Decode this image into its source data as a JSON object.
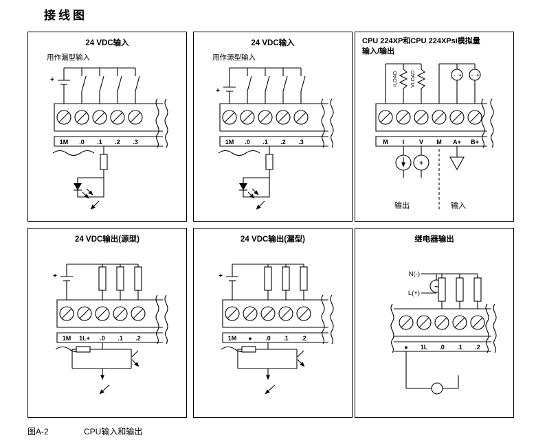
{
  "page": {
    "title": "接线图",
    "caption_label": "图A-2",
    "caption_text": "CPU输入和输出"
  },
  "panels": [
    {
      "title": "24 VDC输入",
      "subtitle": "用作漏型输入",
      "plus": "+",
      "terminals": [
        "1M",
        ".0",
        ".1",
        ".2",
        ".3"
      ]
    },
    {
      "title": "24 VDC输入",
      "subtitle": "用作源型输入",
      "plus": "+",
      "terminals": [
        "1M",
        ".0",
        ".1",
        ".2",
        ".3"
      ]
    },
    {
      "title_line1": "CPU 224XP和CPU 224XPsi模拟量",
      "title_line2": "输入/输出",
      "load_labels": [
        "ILOAD",
        "VLOAD"
      ],
      "polarity": [
        "-",
        "+",
        "-",
        "+"
      ],
      "meter_plus": "+",
      "terminals": [
        "M",
        "I",
        "V",
        "M",
        "A+",
        "B+"
      ],
      "bottom_labels": [
        "输出",
        "输入"
      ]
    },
    {
      "title": "24 VDC输出(源型)",
      "plus": "+",
      "terminals": [
        "1M",
        "1L+",
        ".0",
        ".1",
        ".2"
      ]
    },
    {
      "title": "24 VDC输出(漏型)",
      "plus": "+",
      "terminals": [
        "1M",
        "●",
        ".0",
        ".1",
        ".2"
      ]
    },
    {
      "title": "继电器输出",
      "line_labels": [
        "N(-)",
        "L(+)"
      ],
      "ac_symbol": "~",
      "terminals": [
        "●",
        "1L",
        ".0",
        ".1",
        ".2"
      ]
    }
  ]
}
